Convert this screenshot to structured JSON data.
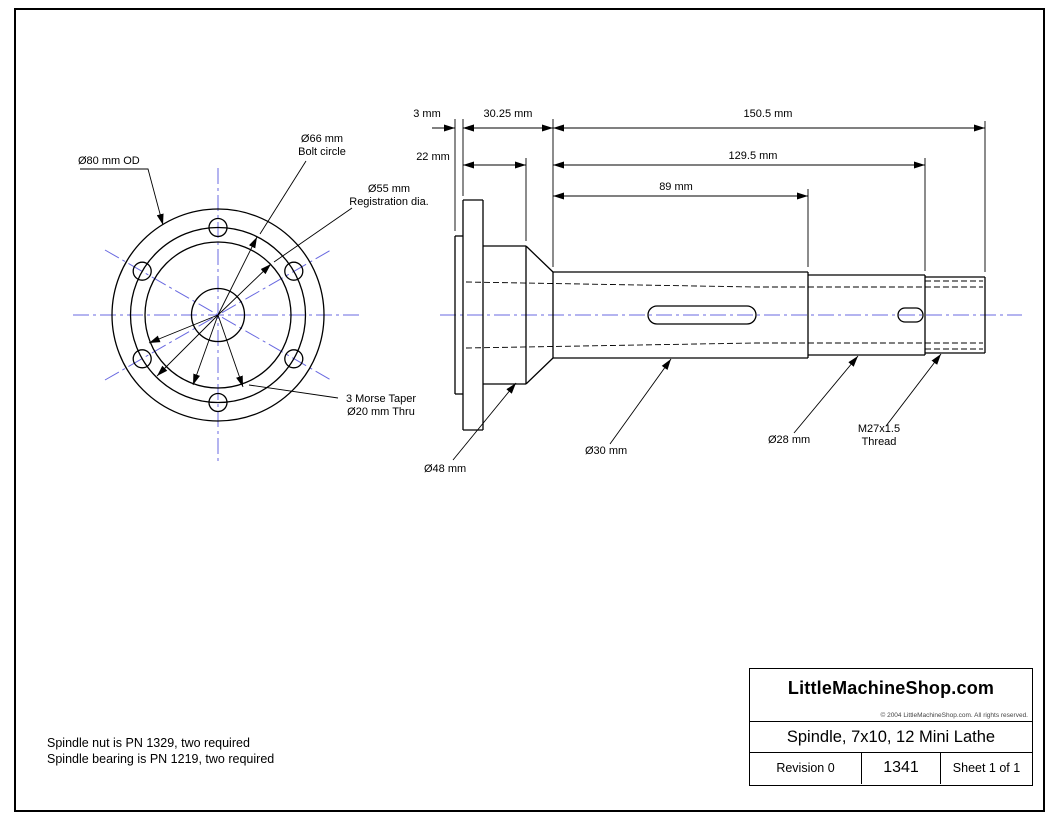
{
  "front_view": {
    "od_label": "Ø80 mm OD",
    "bolt_circle_label": [
      "Ø66 mm",
      "Bolt circle"
    ],
    "registration_label": [
      "Ø55 mm",
      "Registration dia."
    ],
    "morse_label": [
      "3 Morse Taper",
      "Ø20 mm Thru"
    ]
  },
  "side_view": {
    "dims": {
      "d3": "3 mm",
      "d30_25": "30.25 mm",
      "d150_5": "150.5 mm",
      "d22": "22 mm",
      "d129_5": "129.5 mm",
      "d89": "89 mm"
    },
    "labels": {
      "d48": "Ø48 mm",
      "d30": "Ø30 mm",
      "d28": "Ø28 mm",
      "thread": [
        "M27x1.5",
        "Thread"
      ]
    }
  },
  "notes": [
    "Spindle nut is PN 1329, two required",
    "Spindle bearing is PN 1219, two required"
  ],
  "title_block": {
    "company": "LittleMachineShop.com",
    "copyright": "© 2004 LittleMachineShop.com. All rights reserved.",
    "title": "Spindle, 7x10, 12 Mini Lathe",
    "revision": "Revision 0",
    "part_number": "1341",
    "sheet": "Sheet 1 of 1"
  },
  "colors": {
    "line": "#000000",
    "centerline": "#6868e0",
    "background": "#ffffff"
  }
}
